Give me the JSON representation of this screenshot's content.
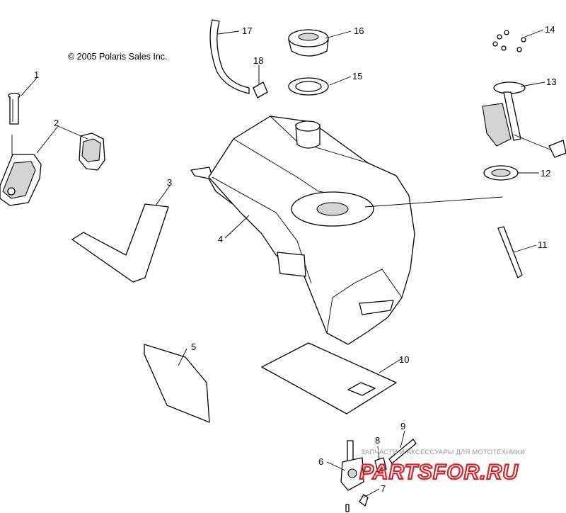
{
  "copyright": "© 2005 Polaris Sales Inc.",
  "callouts": [
    "1",
    "2",
    "3",
    "4",
    "5",
    "6",
    "7",
    "8",
    "9",
    "10",
    "11",
    "12",
    "13",
    "14",
    "15",
    "16",
    "17",
    "18"
  ],
  "watermark": {
    "tagline": "ЗАПЧАСТИ И АКСЕССУАРЫ ДЛЯ МОТОТЕХНИКИ",
    "brand": "PARTSFOR.RU",
    "color": "#d7242b"
  }
}
